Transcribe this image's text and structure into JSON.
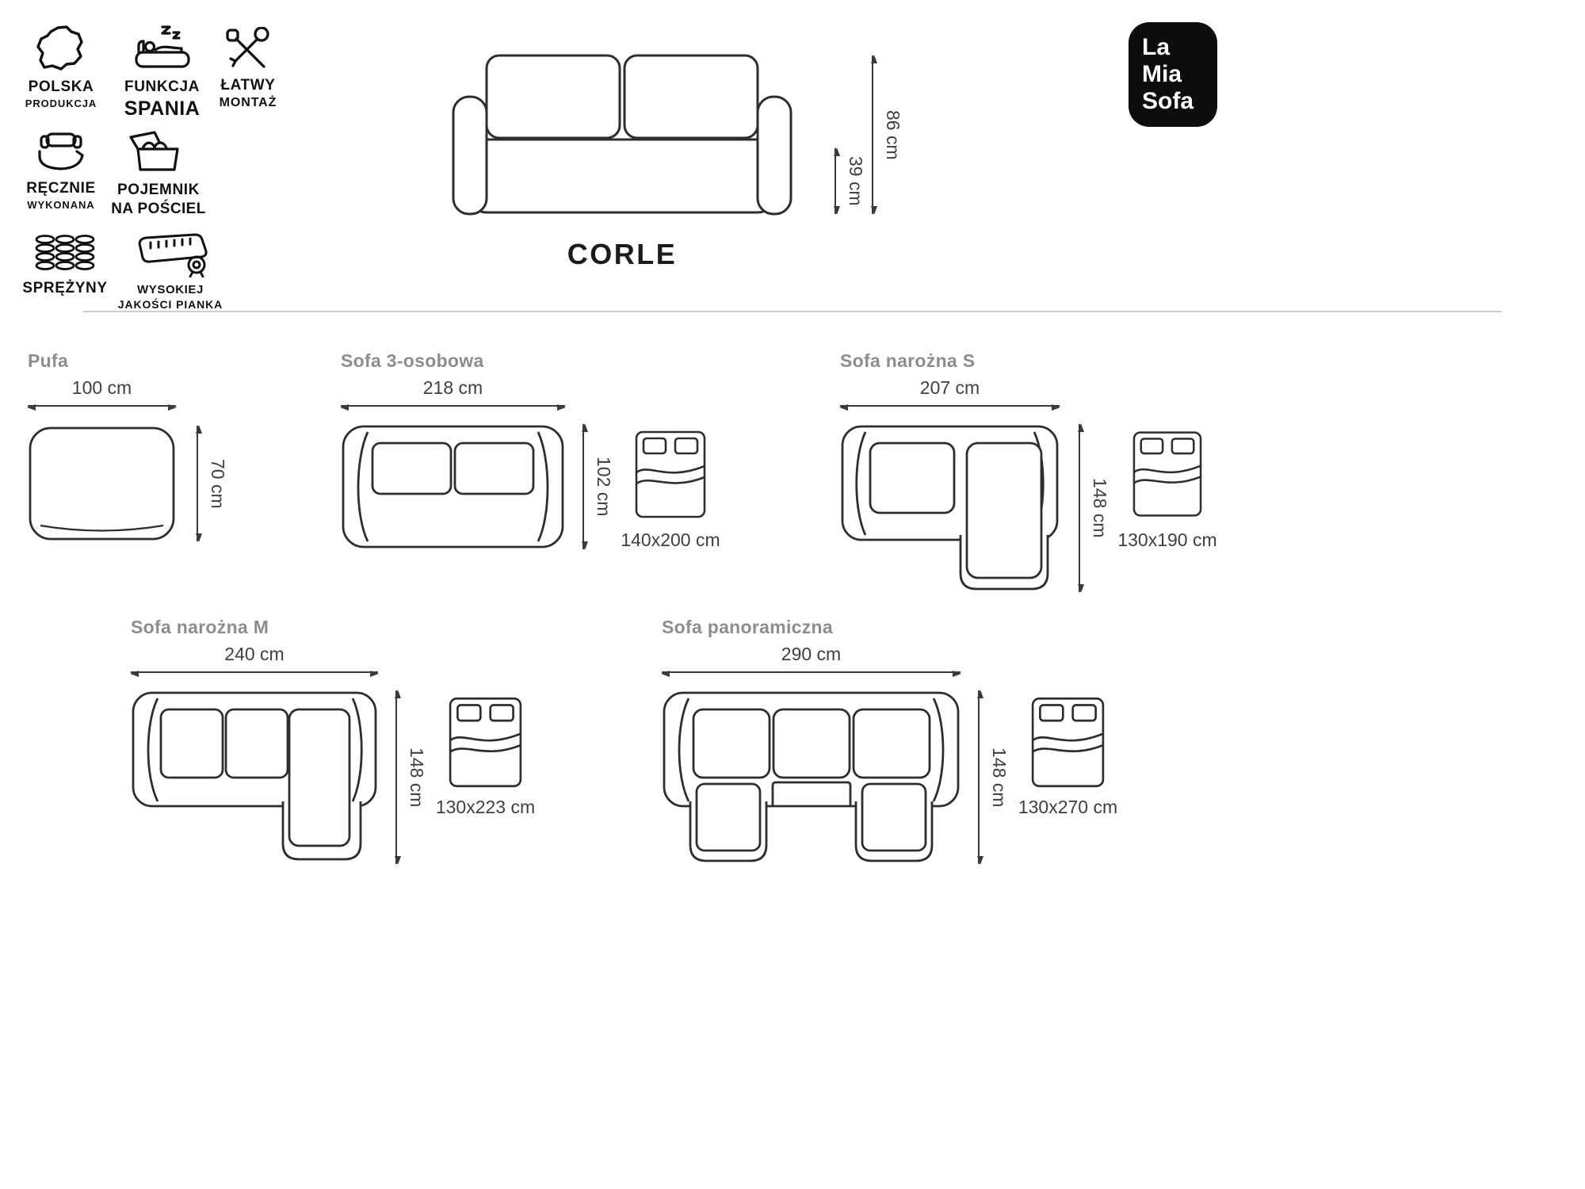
{
  "brand": {
    "line1": "La",
    "line2": "Mia",
    "line3": "Sofa"
  },
  "model": {
    "name": "CORLE",
    "height_total": "86 cm",
    "seat_height": "39 cm"
  },
  "features": [
    {
      "icon": "poland-map-icon",
      "line1": "POLSKA",
      "line2": "PRODUKCJA"
    },
    {
      "icon": "sleep-function-icon",
      "line1": "FUNKCJA",
      "line2": "SPANIA"
    },
    {
      "icon": "easy-assembly-icon",
      "line1": "ŁATWY",
      "line2": "MONTAŻ"
    },
    {
      "icon": "handmade-icon",
      "line1": "RĘCZNIE",
      "line2": "WYKONANA"
    },
    {
      "icon": "bedding-storage-icon",
      "line1": "POJEMNIK",
      "line2": "NA POŚCIEL"
    },
    {
      "icon": "springs-icon",
      "line1": "SPRĘŻYNY",
      "line2": ""
    },
    {
      "icon": "foam-icon",
      "line1": "WYSOKIEJ",
      "line2": "JAKOŚCI PIANKA"
    }
  ],
  "variants": [
    {
      "name": "Pufa",
      "width": "100 cm",
      "depth": "70 cm"
    },
    {
      "name": "Sofa 3-osobowa",
      "width": "218 cm",
      "depth": "102 cm",
      "bed": "140x200 cm"
    },
    {
      "name": "Sofa narożna S",
      "width": "207 cm",
      "depth": "148 cm",
      "bed": "130x190 cm"
    },
    {
      "name": "Sofa narożna M",
      "width": "240 cm",
      "depth": "148 cm",
      "bed": "130x223 cm"
    },
    {
      "name": "Sofa panoramiczna",
      "width": "290 cm",
      "depth": "148 cm",
      "bed": "130x270 cm"
    }
  ]
}
